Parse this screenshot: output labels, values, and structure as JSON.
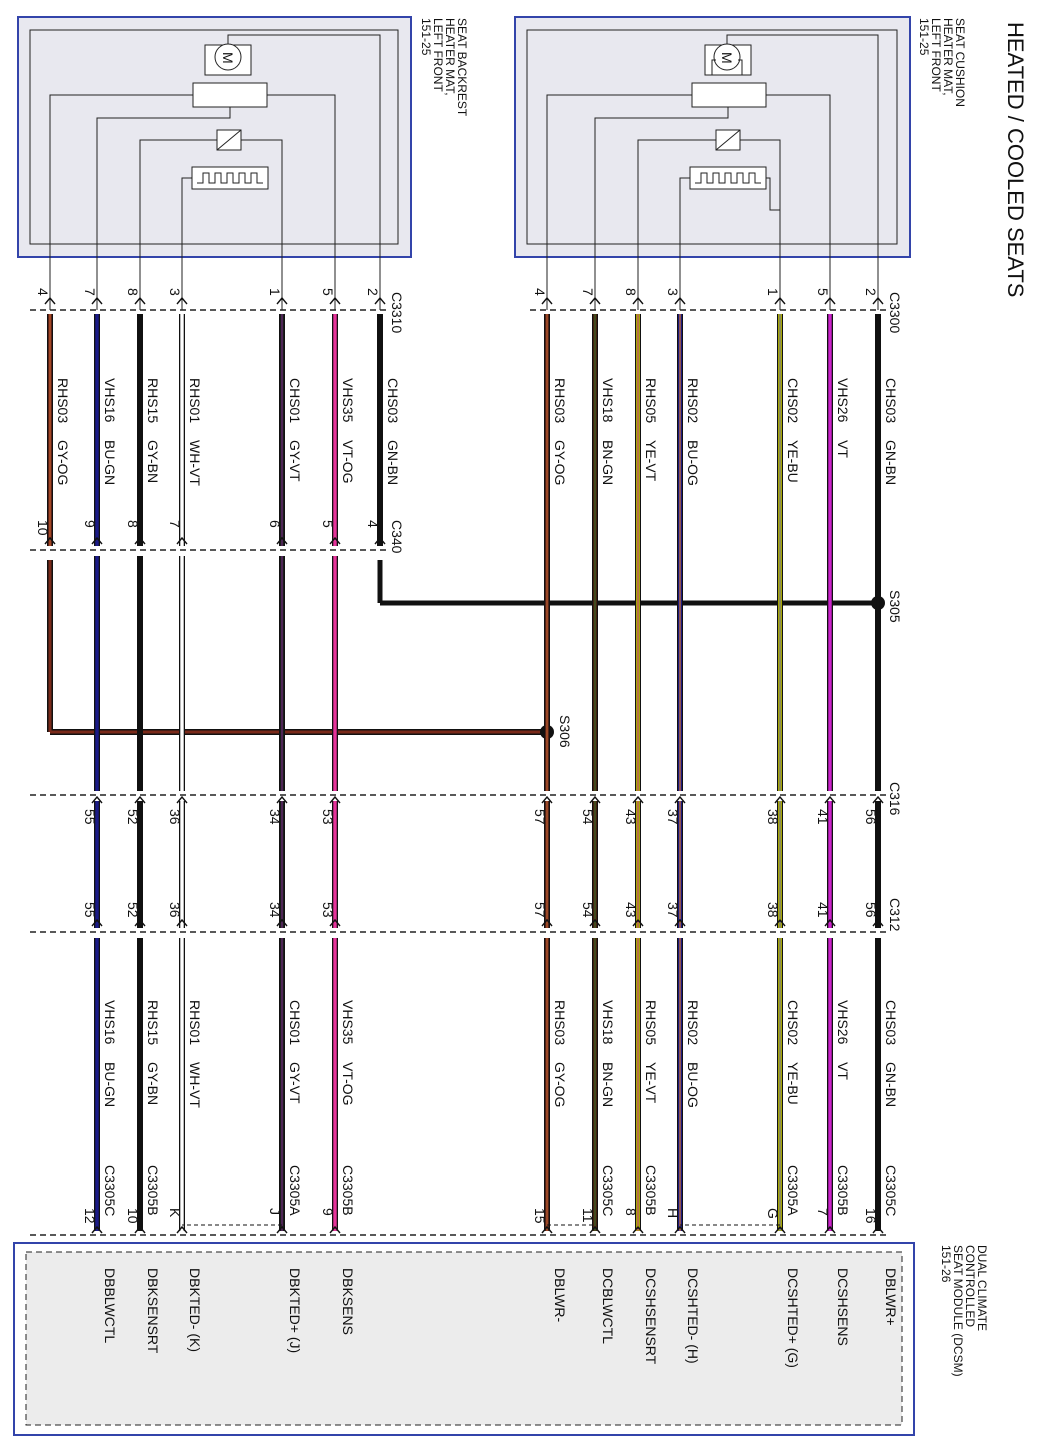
{
  "title": "HEATED / COOLED SEATS",
  "components": {
    "cushion": {
      "lines": [
        "SEAT CUSHION",
        "HEATER MAT,",
        "LEFT FRONT",
        "151-25"
      ]
    },
    "backrest": {
      "lines": [
        "SEAT BACKREST",
        "HEATER MAT,",
        "LEFT FRONT",
        "151-25"
      ]
    },
    "dcsm": {
      "lines": [
        "DUAL CLIMATE",
        "CONTROLLED",
        "SEAT MODULE (DCSM)",
        "151-26"
      ]
    }
  },
  "connectors": {
    "c3300": "C3300",
    "c3310": "C3310",
    "c340": "C340",
    "c316": "C316",
    "c312": "C312"
  },
  "splices": {
    "s305": "S305",
    "s306": "S306"
  },
  "motor_label": "M",
  "wires": [
    {
      "id": "w1",
      "circuit": "CHS03",
      "color_code": "GN-BN",
      "hex": "#111111",
      "stripe": "#111111",
      "c3300_pin": "2",
      "c316_pin": "56",
      "c312_pin": "56",
      "mod_conn": "C3305C",
      "mod_pin": "16",
      "mod_label": "DBLWR+"
    },
    {
      "id": "w2",
      "circuit": "VHS26",
      "color_code": "VT",
      "hex": "#cc22cc",
      "stripe": "#cc22cc",
      "c3300_pin": "5",
      "c316_pin": "41",
      "c312_pin": "41",
      "mod_conn": "C3305B",
      "mod_pin": "7",
      "mod_label": "DCSHSENS"
    },
    {
      "id": "w3",
      "circuit": "CHS02",
      "color_code": "YE-BU",
      "hex": "#e6e600",
      "stripe": "#3333aa",
      "c3300_pin": "1",
      "c316_pin": "38",
      "c312_pin": "38",
      "mod_conn": "C3305A",
      "mod_pin": "G",
      "mod_label": "DCSHTED+ (G)"
    },
    {
      "id": "w4",
      "circuit": "RHS02",
      "color_code": "BU-OG",
      "hex": "#2222aa",
      "stripe": "#ff8800",
      "c3300_pin": "3",
      "c316_pin": "37",
      "c312_pin": "37",
      "mod_conn": "",
      "mod_pin": "H",
      "mod_label": "DCSHTED- (H)"
    },
    {
      "id": "w5",
      "circuit": "RHS05",
      "color_code": "YE-VT",
      "hex": "#e6e600",
      "stripe": "#880088",
      "c3300_pin": "8",
      "c316_pin": "43",
      "c312_pin": "43",
      "mod_conn": "C3305B",
      "mod_pin": "8",
      "mod_label": "DCSHSENSRT"
    },
    {
      "id": "w6",
      "circuit": "VHS18",
      "color_code": "BN-GN",
      "hex": "#5a2a10",
      "stripe": "#2a6a2a",
      "c3300_pin": "7",
      "c316_pin": "54",
      "c312_pin": "54",
      "mod_conn": "C3305C",
      "mod_pin": "11",
      "mod_label": "DCBLWCTL"
    },
    {
      "id": "w7",
      "circuit": "RHS03",
      "color_code": "GY-OG",
      "hex": "#6a2a1a",
      "stripe": "#cc6633",
      "c3300_pin": "4",
      "c316_pin": "57",
      "c312_pin": "57",
      "mod_conn": "",
      "mod_pin": "15",
      "mod_label": "DBLWR-"
    },
    {
      "id": "b1",
      "circuit": "CHS03",
      "color_code": "GN-BN",
      "hex": "#111111",
      "stripe": "#111111",
      "c3310_pin": "2",
      "c340_pin": "4"
    },
    {
      "id": "b2",
      "circuit": "VHS35",
      "color_code": "VT-OG",
      "hex": "#e6339a",
      "stripe": "#e6339a",
      "c3310_pin": "5",
      "c340_pin": "5",
      "c316_pin": "53",
      "c312_pin": "53",
      "mod_conn": "C3305B",
      "mod_pin": "9",
      "mod_label": "DBKSENS"
    },
    {
      "id": "b3",
      "circuit": "CHS01",
      "color_code": "GY-VT",
      "hex": "#222222",
      "stripe": "#7a2a8a",
      "c3310_pin": "1",
      "c340_pin": "6",
      "c316_pin": "34",
      "c312_pin": "34",
      "mod_conn": "C3305A",
      "mod_pin": "J",
      "mod_label": "DBKTED+ (J)"
    },
    {
      "id": "b4",
      "circuit": "RHS01",
      "color_code": "WH-VT",
      "hex": "#ffffff",
      "stripe": "#ffffff",
      "c3310_pin": "3",
      "c340_pin": "7",
      "c316_pin": "36",
      "c312_pin": "36",
      "mod_conn": "",
      "mod_pin": "K",
      "mod_label": "DBKTED- (K)"
    },
    {
      "id": "b5",
      "circuit": "RHS15",
      "color_code": "GY-BN",
      "hex": "#111111",
      "stripe": "#111111",
      "c3310_pin": "8",
      "c340_pin": "8",
      "c316_pin": "52",
      "c312_pin": "52",
      "mod_conn": "C3305B",
      "mod_pin": "10",
      "mod_label": "DBKSENSRT"
    },
    {
      "id": "b6",
      "circuit": "VHS16",
      "color_code": "BU-GN",
      "hex": "#1a1a88",
      "stripe": "#1a1a88",
      "c3310_pin": "7",
      "c340_pin": "9",
      "c316_pin": "55",
      "c312_pin": "55",
      "mod_conn": "C3305C",
      "mod_pin": "12",
      "mod_label": "DBBLWCTL"
    },
    {
      "id": "b7",
      "circuit": "RHS03",
      "color_code": "GY-OG",
      "hex": "#7a2a1a",
      "stripe": "#cc6633",
      "c3310_pin": "4",
      "c340_pin": "10"
    }
  ]
}
